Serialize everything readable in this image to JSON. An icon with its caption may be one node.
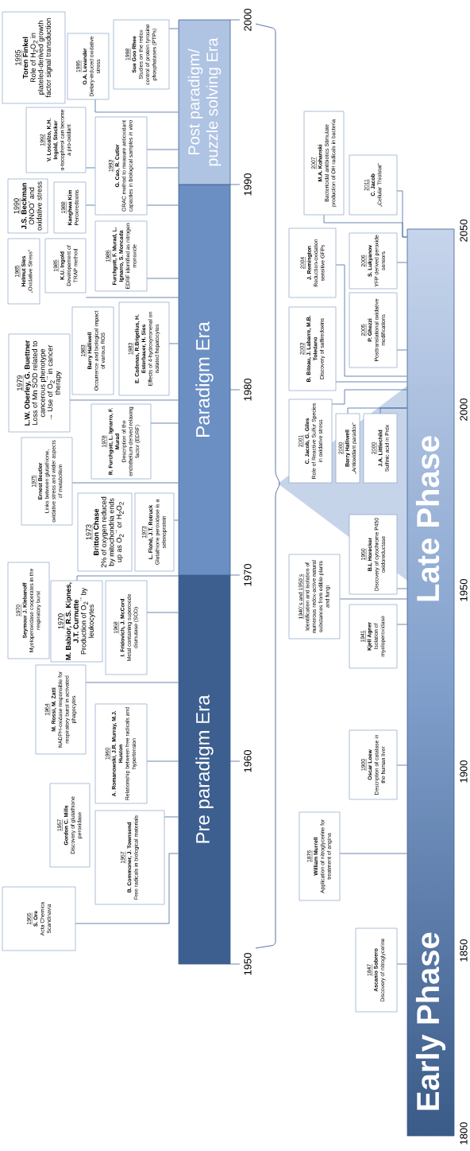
{
  "diagram": {
    "nodes": [
      {
        "text": [
          "Pre paradigm Era"
        ],
        "beside": [
          "1950",
          "1960",
          "1970"
        ]
      },
      {
        "text": [
          "Paradigm Era"
        ],
        "beside": [
          "1980"
        ]
      },
      {
        "text": [
          "Post paradigm/ puzzle solving Era"
        ],
        "beside": [
          "1990",
          "2000"
        ]
      },
      {
        "text": [
          "Early Phase",
          "Late Phase"
        ],
        "beside": [
          "1800",
          "1850",
          "1900",
          "1950",
          "2000",
          "2050"
        ]
      },
      {
        "text": [
          "1995",
          "Toren Finkel",
          "Role of H$_{2}$O$_{2}$ in plateled-derived growth factor signal transduction"
        ]
      },
      {
        "text": [
          "1995",
          "O.A. Levander",
          "Dietary-induced oxidative stress"
        ]
      },
      {
        "text": [
          "1998",
          "Sue Goo Rhee",
          "Studies on the redox control of protein tyrosine phosphatases (PTPs)"
        ]
      },
      {
        "text": [
          "1992",
          "V. Loscalzo, K.H. Ingold, Stocker",
          "α-tocopherol can become a pro-oxidant"
        ]
      },
      {
        "text": [
          "1993",
          "G. Cao, R. Cutler",
          "ORAC method to measure antioxidant capacties in biological samples *in vitro*"
        ]
      },
      {
        "text": [
          "1990",
          "J.S. Beckman",
          "ONOO$^{-}$ and oxidative stress"
        ]
      },
      {
        "text": [
          "1988",
          "Kanghwa Kim",
          "Peroxiredoxins"
        ]
      },
      {
        "text": [
          "1985",
          "Helmut Sies",
          "„Oxidative Stress“"
        ]
      },
      {
        "text": [
          "1985",
          "K.U. Ingold",
          "Developement of TRAP method"
        ]
      },
      {
        "text": [
          "1986",
          "Furchgott, F. Murad, L. Ignarro, S. Moncada",
          "EDRF identified as nitrogen monoxide"
        ]
      },
      {
        "text": [
          "1983",
          "Barry Halliwell",
          "Occurrence and biological impact of various ROS"
        ]
      },
      {
        "text": [
          "1983",
          "E. Cadenas, R.Brigelius, H. Esterbauer, H. Sies",
          "Effects of 4-hydroxynonenal on isolated hepatocytes"
        ]
      },
      {
        "text": [
          "1979",
          "L.W. Oberley, G. Buettner",
          "Loss of Mn SOD related to cancerous phenotype",
          "→ Use of O$_{2}$$^{·-}$ in cancer therapy"
        ]
      },
      {
        "text": [
          "1978",
          "R. Furchgott, L. Ignarro, F. Murad",
          "Description of the endothelium-derived relaxing factor (EDRF)"
        ]
      },
      {
        "text": [
          "1975",
          "Ernest Beutler",
          "Links between glutathione, oxidative stress and wider aspects of metabolism"
        ]
      },
      {
        "text": [
          "1973",
          "Britton Chase",
          "2% of oxygen reduced by mitochondria ends up as O$_{2}$$^{·-}$ or H$_{2}$O$_{2}$"
        ]
      },
      {
        "text": [
          "1973",
          "L. Flohé, J.T. Rotruck",
          "Glutathione peroxidase is a selenoprotein"
        ]
      },
      {
        "text": [
          "1970",
          "Seymour J. Klebanoff",
          "Myeloperoxidase cooperates in the respiratory burst"
        ]
      },
      {
        "text": [
          "1970",
          "M. Babior, R.S. Kipnes, J.T. Curnutte",
          "Production of O$_{2}$$^{·-}$ by leukocytes"
        ]
      },
      {
        "text": [
          "1968",
          "I. Fridovich, J. McCord",
          "Metal containing superoxide dismutase (SOD)"
        ]
      },
      {
        "text": [
          "1964",
          "M. Rossi, M. Zatti",
          "NADPH-oxidase responsible for respiratory burst in activated phagocytes"
        ]
      },
      {
        "text": [
          "1960",
          "A. Romanowski, J.R. Murray, M.J. Huston",
          "Relationship between free radicals and hypertension"
        ]
      },
      {
        "text": [
          "1957",
          "Gordon C. Mills",
          "Discovery of glutathione peroxidase"
        ]
      },
      {
        "text": [
          "1957",
          "B. Commoner, J. Townsend",
          "Free radicals in biological materials"
        ]
      },
      {
        "text": [
          "1955",
          "S. Ore",
          "Acta Chemica Scandinavia"
        ]
      },
      {
        "text": [
          "1940´s and 1950´s",
          "Identification and isolation of numerous redox-active natural substances from edible plants and fungi"
        ]
      },
      {
        "text": [
          "1950",
          "B.L Horecker",
          "Discovery of cytochrome P450 oxidoreductase"
        ]
      },
      {
        "text": [
          "1941",
          "Kjell Agner",
          "Isolation of myeloperoxidase"
        ]
      },
      {
        "text": [
          "1900",
          "Oscar Loew",
          "Description of catalase in the human liver"
        ]
      },
      {
        "text": [
          "1876",
          "William Murrell",
          "Application of nitroglycerine for treatment of angina"
        ]
      },
      {
        "text": [
          "1847",
          "Ascanio Sobrero",
          "Discovery of nitroglycerine"
        ]
      },
      {
        "text": [
          "2001",
          "C. Jacob, G. Giles",
          "Role of Reactive Sulfur Species in oxidative stress"
        ]
      },
      {
        "text": [
          "2000",
          "Barry Halliwell",
          "„Antioxidant paradox“"
        ]
      },
      {
        "text": [
          "2000",
          "J.A. Littlechild",
          "Sulfinic acid in Prdx"
        ]
      },
      {
        "text": [
          "2003",
          "B. Biteau, J. Labarre, M.B. Toledano",
          "Discovery of sulfiredoxins"
        ]
      },
      {
        "text": [
          "2004",
          "J. Remington",
          "Reduction-oxidation sensitive GFPs"
        ]
      },
      {
        "text": [
          "2005",
          "P. Ghezzi",
          "Posttranslational oxidative modifications"
        ]
      },
      {
        "text": [
          "2006",
          "S. Lukyanov",
          "YFP derived peroxide sensors"
        ]
      },
      {
        "text": [
          "2007",
          "M.A. Kohanski",
          "Bactericidal antibiotics Stimulate production of OH radicals in bacteria"
        ]
      },
      {
        "text": [
          "2011",
          "C. Jacob",
          "„Cellular Thiolstat“"
        ]
      }
    ],
    "edges": [
      {
        "from": 5,
        "to": 2,
        "arrow": "none"
      },
      {
        "from": 6,
        "to": 2,
        "arrow": "none"
      },
      {
        "from": 7,
        "to": 8,
        "arrow": "none"
      },
      {
        "from": 8,
        "to": 2,
        "arrow": "none"
      },
      {
        "from": 8,
        "to": 2,
        "arrow": "none"
      },
      {
        "from": 10,
        "to": 8,
        "arrow": "none"
      },
      {
        "from": 8,
        "to": 1,
        "arrow": "none"
      },
      {
        "from": 12,
        "to": 1,
        "arrow": "none"
      },
      {
        "from": 13,
        "to": 1,
        "arrow": "none"
      },
      {
        "from": 15,
        "to": 1,
        "arrow": "none"
      },
      {
        "from": 16,
        "to": 1,
        "arrow": "none"
      },
      {
        "from": 17,
        "to": 1,
        "arrow": "none"
      },
      {
        "from": 18,
        "to": 1,
        "arrow": "none"
      },
      {
        "from": 20,
        "to": 1,
        "arrow": "none"
      },
      {
        "from": 22,
        "to": 0,
        "arrow": "none"
      },
      {
        "from": 23,
        "to": 0,
        "arrow": "none"
      },
      {
        "from": 24,
        "to": 0,
        "arrow": "none"
      },
      {
        "from": 25,
        "to": 0,
        "arrow": "none"
      },
      {
        "from": 27,
        "to": 0,
        "arrow": "none"
      },
      {
        "from": 28,
        "to": 0,
        "arrow": "none"
      },
      {
        "from": 29,
        "to": 3,
        "arrow": "none"
      },
      {
        "from": 30,
        "to": 3,
        "arrow": "none"
      },
      {
        "from": 31,
        "to": 3,
        "arrow": "none"
      },
      {
        "from": 32,
        "to": 3,
        "arrow": "none"
      },
      {
        "from": 33,
        "to": 3,
        "arrow": "none"
      },
      {
        "from": 34,
        "to": 3,
        "arrow": "none"
      },
      {
        "from": 35,
        "to": 3,
        "arrow": "none"
      },
      {
        "from": 36,
        "to": 3,
        "arrow": "none"
      },
      {
        "from": 37,
        "to": 3,
        "arrow": "none"
      },
      {
        "from": 38,
        "to": 3,
        "arrow": "none"
      },
      {
        "from": 39,
        "to": 3,
        "arrow": "none"
      },
      {
        "from": 40,
        "to": 3,
        "arrow": "none"
      },
      {
        "from": 41,
        "to": 3,
        "arrow": "none"
      },
      {
        "from": 42,
        "to": 3,
        "arrow": "none"
      },
      {
        "from": 43,
        "to": 3,
        "arrow": "none"
      }
    ]
  }
}
